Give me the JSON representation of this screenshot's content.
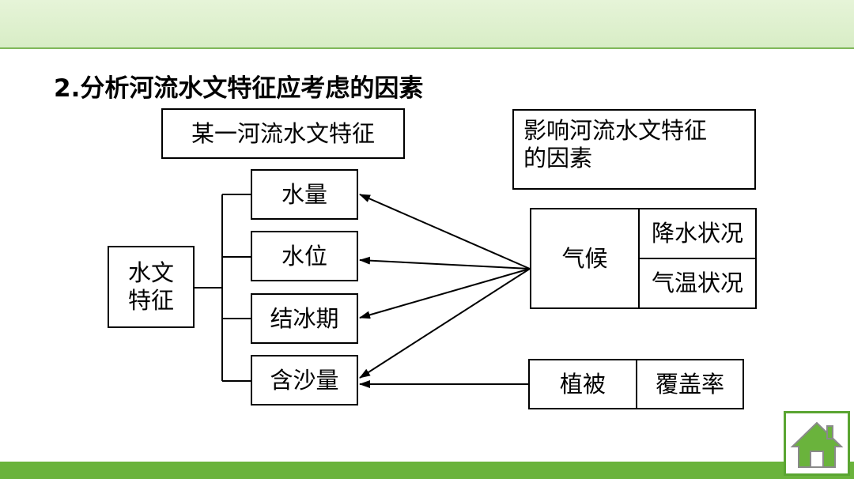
{
  "title": "2.分析河流水文特征应考虑的因素",
  "diagram": {
    "header_left": "某一河流水文特征",
    "header_right_line1": "影响河流水文特征",
    "header_right_line2": "的因素",
    "root_line1": "水文",
    "root_line2": "特征",
    "features": [
      "水量",
      "水位",
      "结冰期",
      "含沙量"
    ],
    "climate": "气候",
    "climate_factors": [
      "降水状况",
      "气温状况"
    ],
    "vegetation": "植被",
    "vegetation_factor": "覆盖率"
  },
  "colors": {
    "top_band": "#d8edc6",
    "bottom_band": "#6ab33c",
    "home_button": "#5aa532"
  },
  "icons": {
    "home": "home-icon"
  }
}
